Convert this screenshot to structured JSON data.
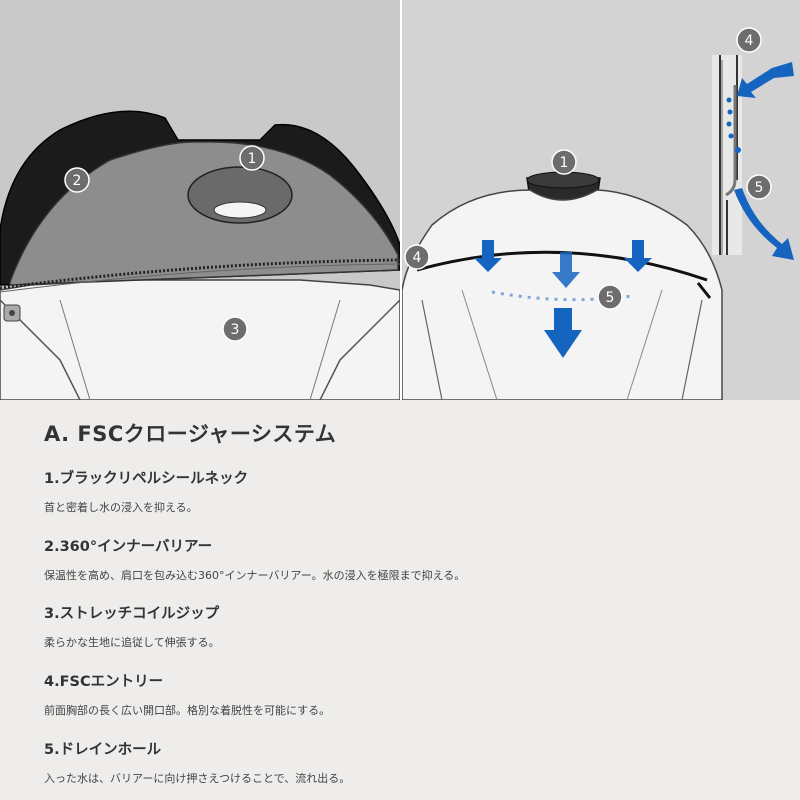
{
  "section": {
    "title": "A. FSCクロージャーシステム"
  },
  "features": [
    {
      "title": "1.ブラックリペルシールネック",
      "desc": "首と密着し水の浸入を抑える。"
    },
    {
      "title": "2.360°インナーバリアー",
      "desc": "保温性を高め、肩口を包み込む360°インナーバリアー。水の浸入を極限まで抑える。"
    },
    {
      "title": "3.ストレッチコイルジップ",
      "desc": "柔らかな生地に追従して伸張する。"
    },
    {
      "title": "4.FSCエントリー",
      "desc": "前面胸部の長く広い開口部。格別な着脱性を可能にする。"
    },
    {
      "title": "5.ドレインホール",
      "desc": "入った水は、バリアーに向け押さえつけることで、流れ出る。"
    }
  ],
  "markers": {
    "left": [
      "1",
      "2",
      "3"
    ],
    "right": [
      "1",
      "4",
      "5",
      "4",
      "5"
    ]
  },
  "colors": {
    "arrow_blue": "#1565c0",
    "marker_gray": "#6d6d6d"
  }
}
